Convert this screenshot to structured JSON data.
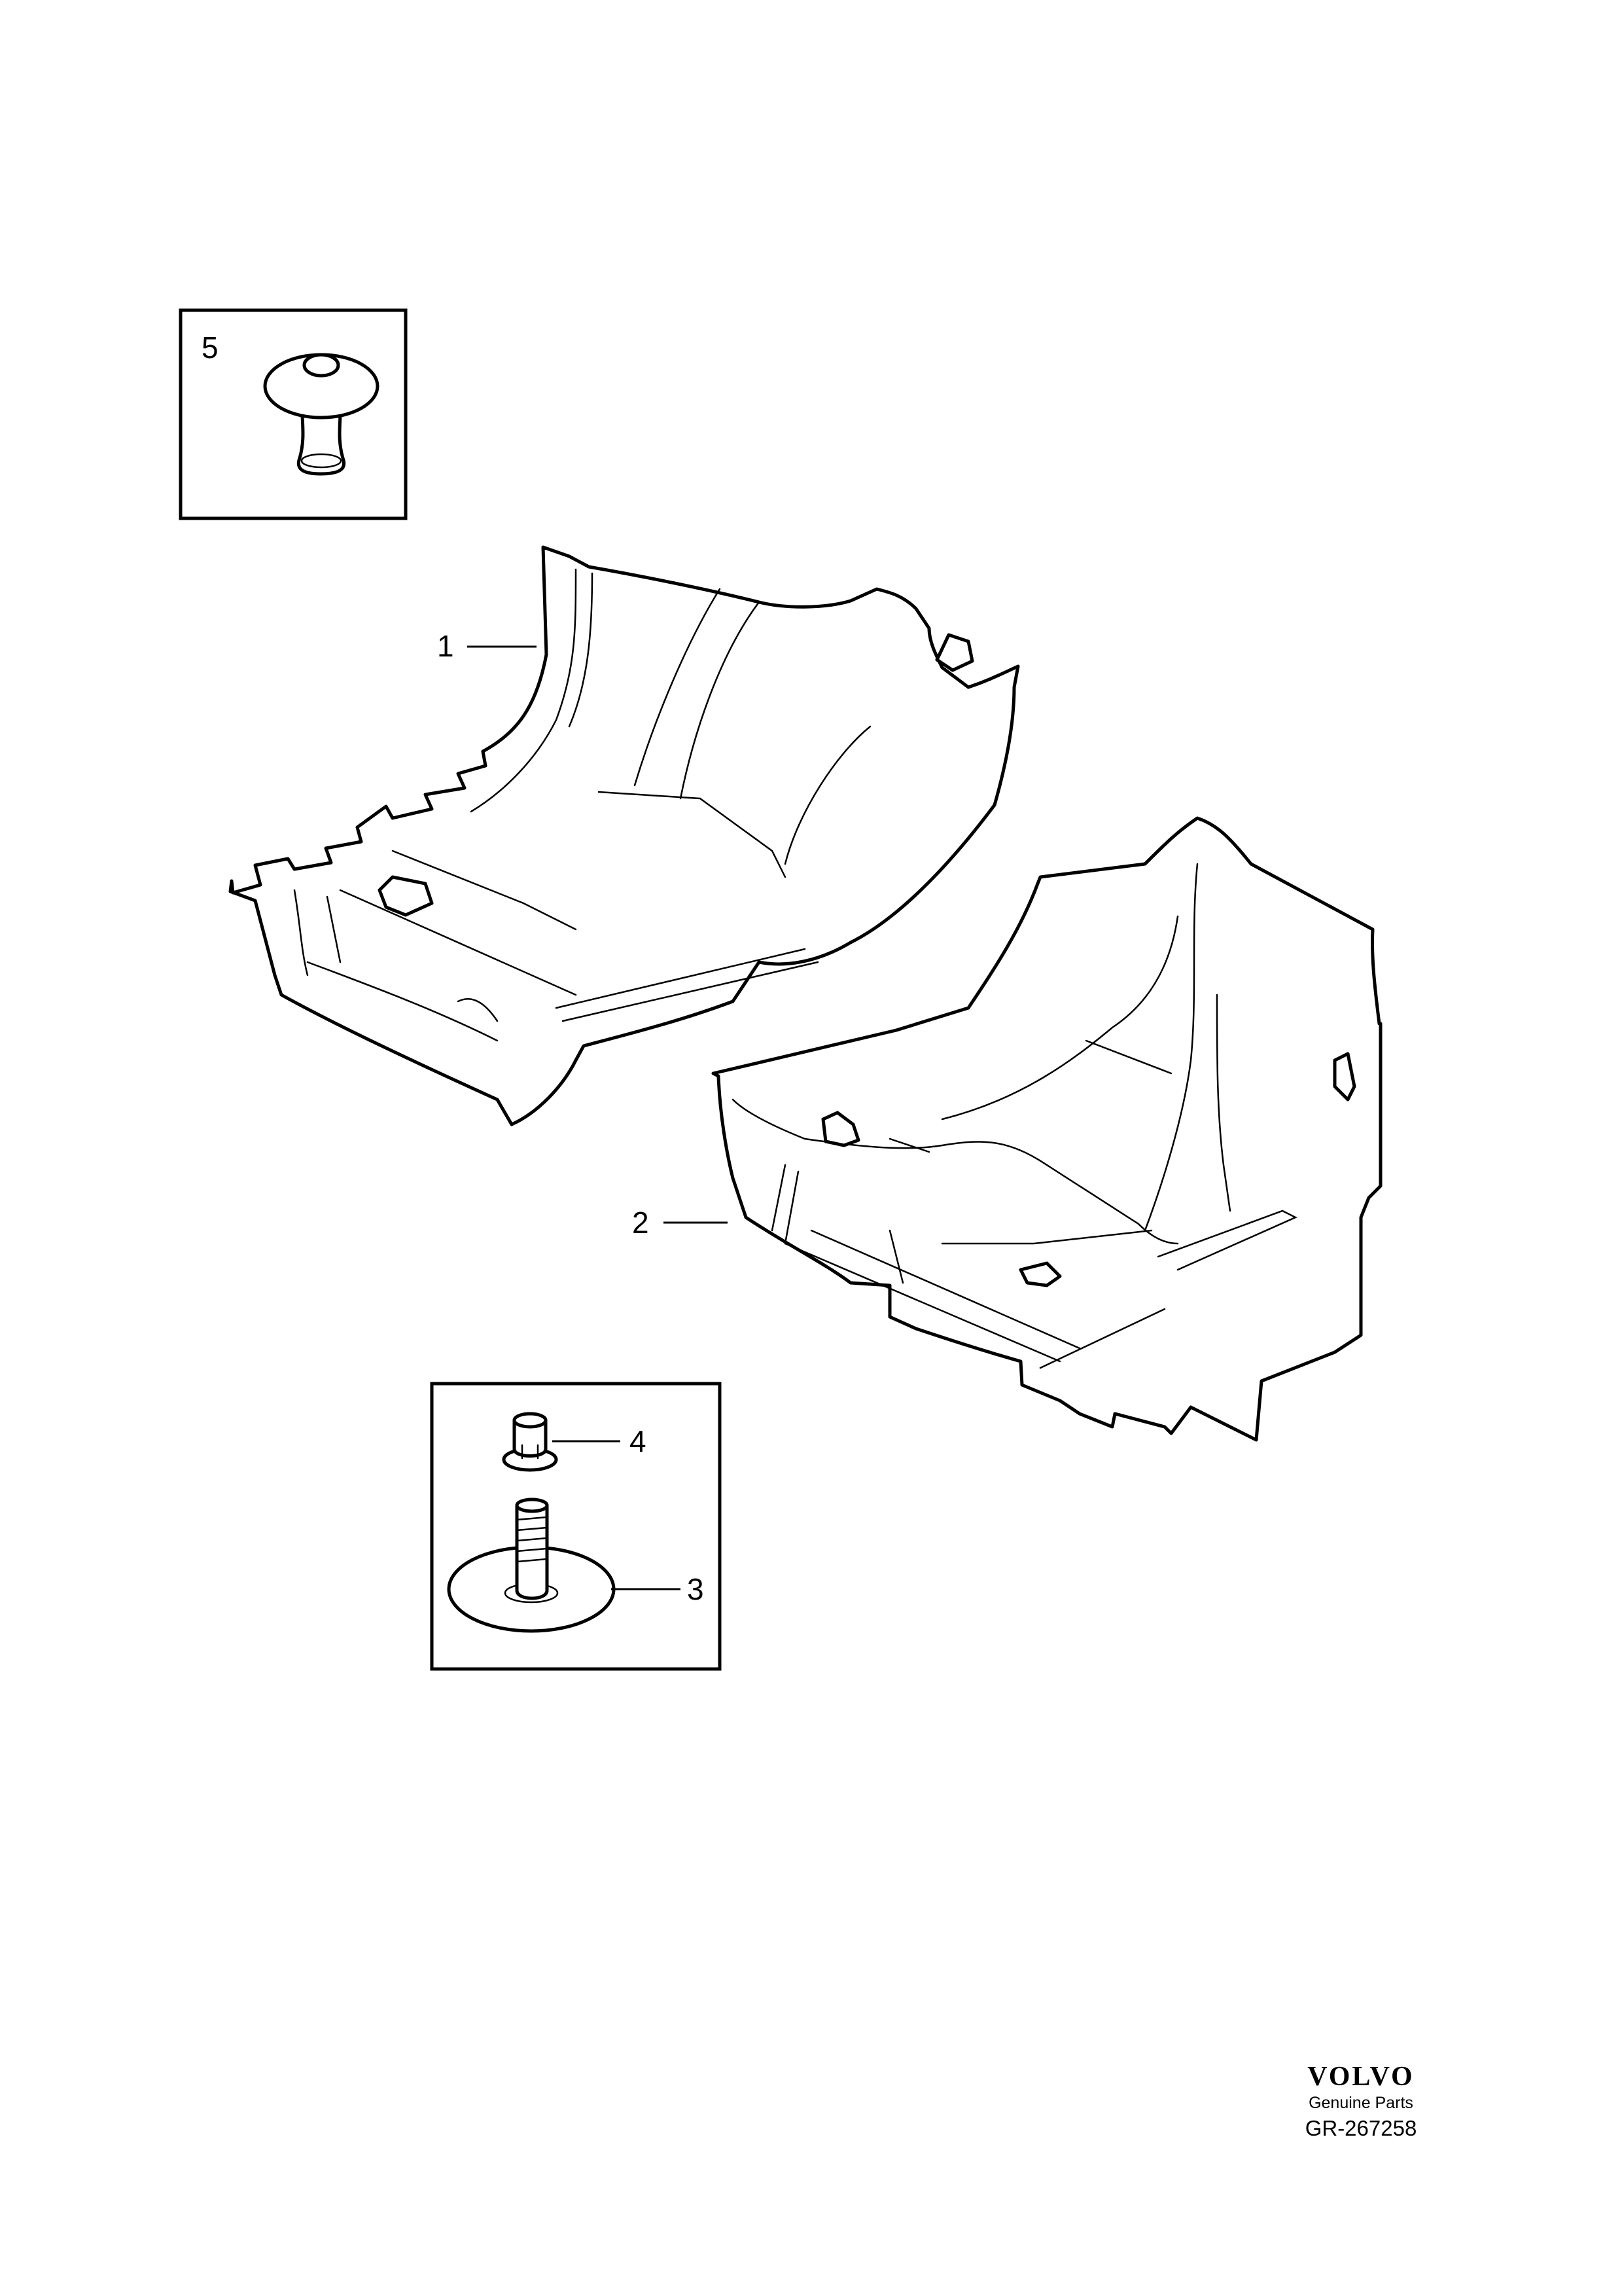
{
  "callouts": {
    "part1": "1",
    "part2": "2",
    "part3": "3",
    "part4": "4",
    "part5": "5"
  },
  "brand": {
    "logo": "VOLVO",
    "subtitle": "Genuine Parts",
    "code": "GR-267258"
  },
  "icons": [
    "push-clip-icon",
    "clip-nut-icon",
    "stud-with-plate-icon",
    "front-floor-mat-icon",
    "rear-floor-mat-icon"
  ]
}
